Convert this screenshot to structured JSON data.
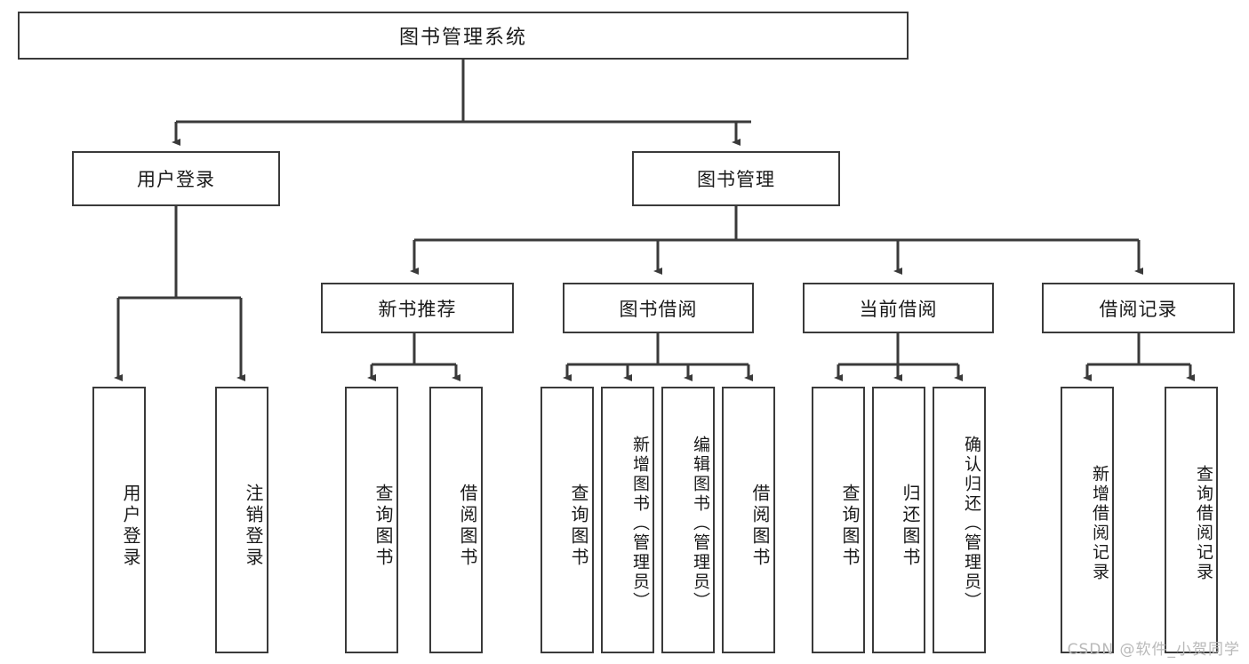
{
  "diagram": {
    "type": "tree",
    "title_node": {
      "label": "图书管理系统"
    },
    "level1": [
      {
        "label": "用户登录"
      },
      {
        "label": "图书管理"
      }
    ],
    "level2": [
      {
        "label": "新书推荐"
      },
      {
        "label": "图书借阅"
      },
      {
        "label": "当前借阅"
      },
      {
        "label": "借阅记录"
      }
    ],
    "leaves": {
      "user_login": [
        {
          "label": "用户登录"
        },
        {
          "label": "注销登录"
        }
      ],
      "new_book_recommend": [
        {
          "label": "查询图书"
        },
        {
          "label": "借阅图书"
        }
      ],
      "book_borrow": [
        {
          "label": "查询图书"
        },
        {
          "label": "新增图书（管理员）"
        },
        {
          "label": "编辑图书（管理员）"
        },
        {
          "label": "借阅图书"
        }
      ],
      "current_borrow": [
        {
          "label": "查询图书"
        },
        {
          "label": "归还图书"
        },
        {
          "label": "确认归还（管理员）"
        }
      ],
      "borrow_record": [
        {
          "label": "新增借阅记录"
        },
        {
          "label": "查询借阅记录"
        }
      ]
    },
    "colors": {
      "stroke": "#3a3a3a",
      "fill": "#ffffff",
      "text": "#1a1a1a",
      "watermark": "#b9b9b9"
    }
  },
  "watermark": {
    "text": "CSDN @软件_小贺同学"
  }
}
